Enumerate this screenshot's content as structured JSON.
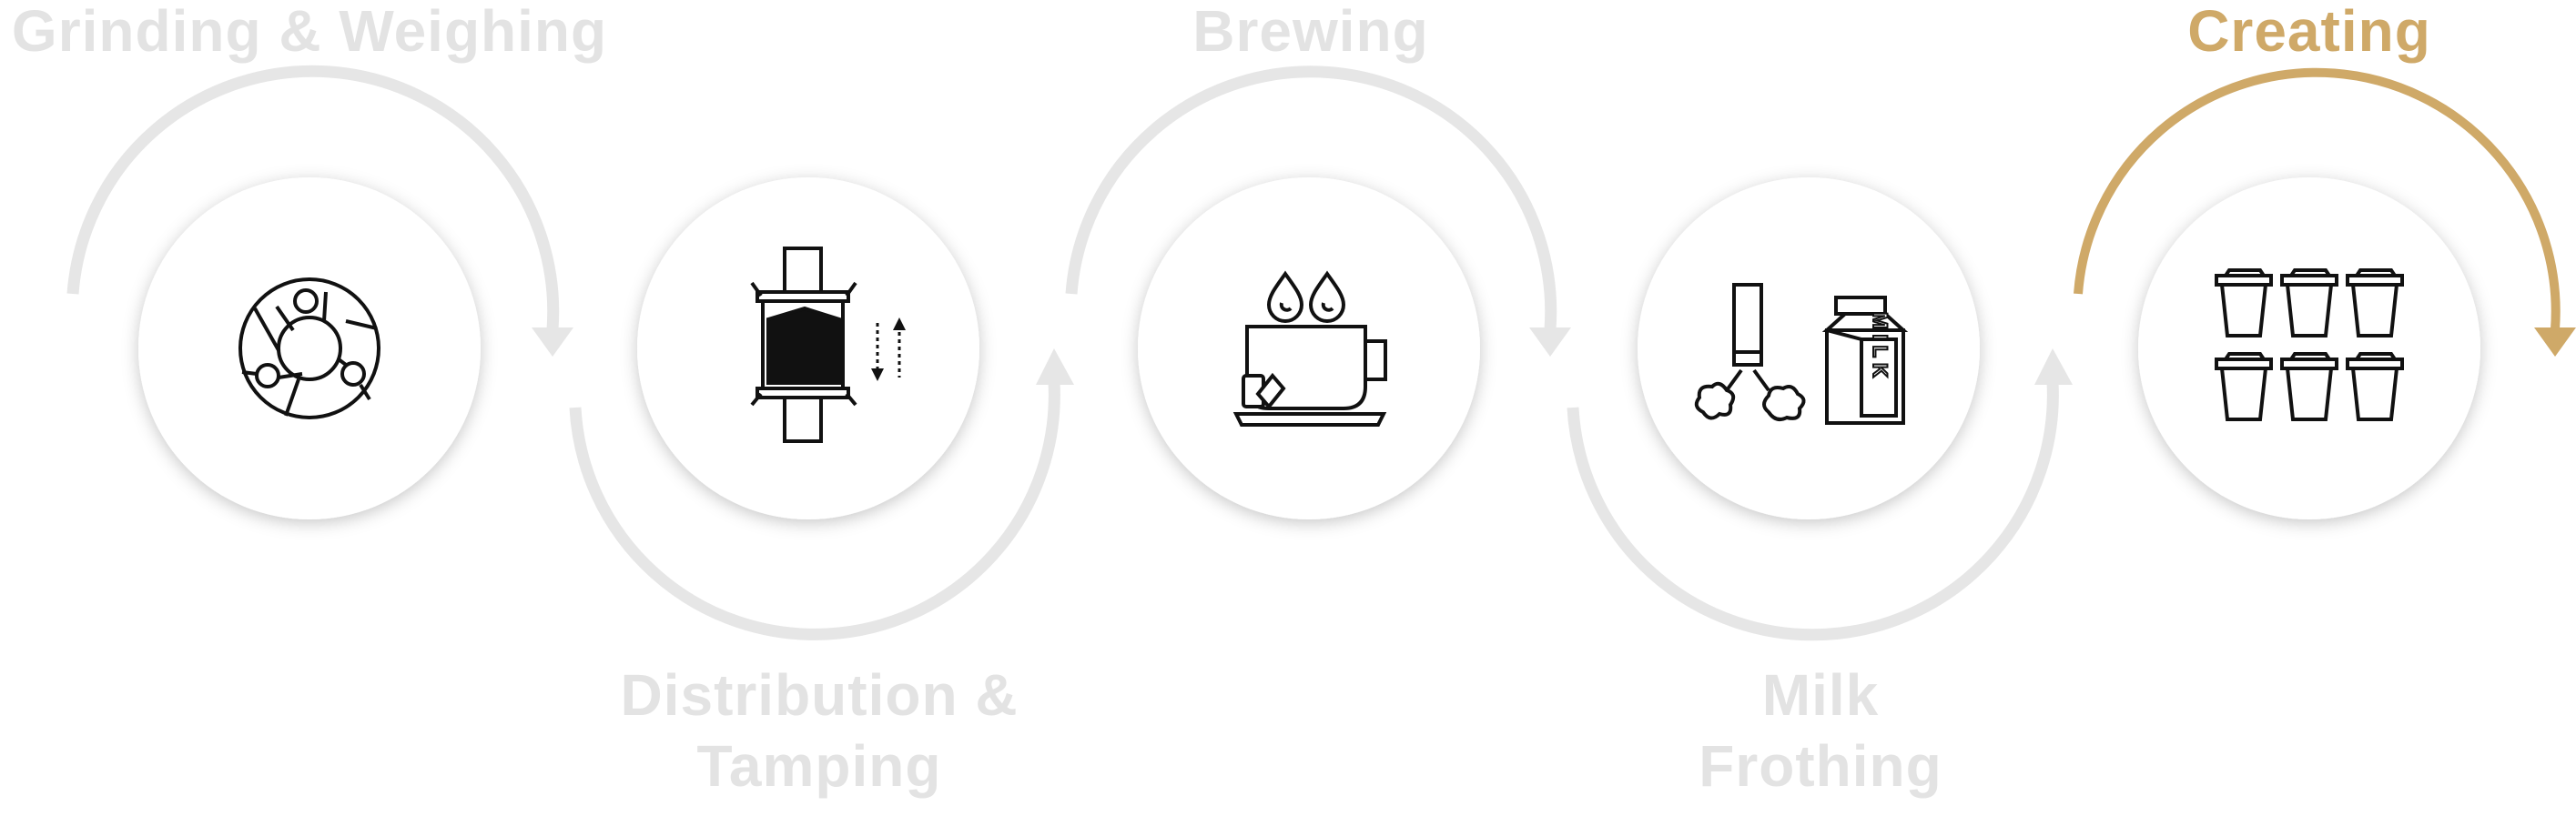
{
  "steps": [
    {
      "id": "grinding",
      "label": "Grinding & Weighing",
      "icon": "grinder-burr-icon",
      "active": false
    },
    {
      "id": "distribution",
      "label_lines": [
        "Distribution &",
        "Tamping"
      ],
      "icon": "tamper-press-icon",
      "active": false
    },
    {
      "id": "brewing",
      "label": "Brewing",
      "icon": "coffee-cup-drops-icon",
      "active": false
    },
    {
      "id": "milk",
      "label_lines": [
        "Milk",
        "Frothing"
      ],
      "icon": "milk-frother-carton-icon",
      "active": false
    },
    {
      "id": "creating",
      "label": "Creating",
      "icon": "six-cups-icon",
      "active": true
    }
  ],
  "milk_carton_text": "MILK",
  "colors": {
    "inactive_arc": "#e6e6e6",
    "inactive_text": "#e3e3e3",
    "active": "#cfa968",
    "icon_stroke": "#111111",
    "circle_fill": "#ffffff"
  }
}
